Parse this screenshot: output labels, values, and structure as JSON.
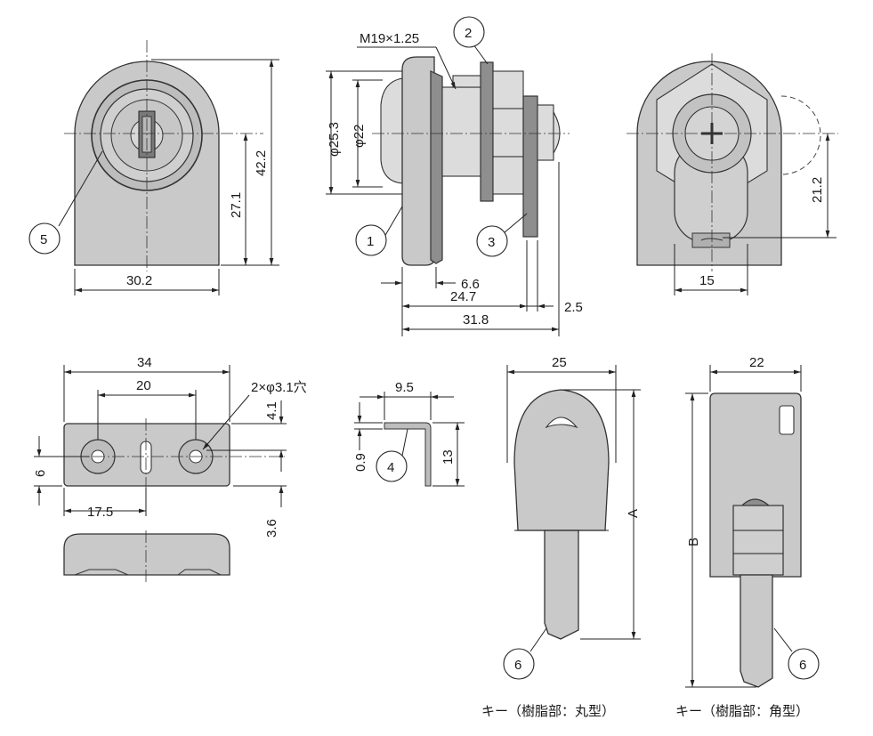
{
  "dimensions": {
    "front_width": "30.2",
    "front_height_total": "42.2",
    "front_height_center": "27.1",
    "thread": "M19×1.25",
    "dia_outer": "φ25.3",
    "dia_inner": "φ22",
    "side_d1": "6.6",
    "side_d2": "24.7",
    "side_d3": "2.5",
    "side_d4": "31.8",
    "back_h": "21.2",
    "back_w": "15",
    "plate_w": "34",
    "plate_pitch": "20",
    "plate_holes": "2×φ3.1穴",
    "plate_d1": "4.1",
    "plate_d2": "6",
    "plate_d3": "17.5",
    "plate_d4": "3.6",
    "bracket_w": "9.5",
    "bracket_t": "0.9",
    "bracket_h": "13",
    "key1_w": "25",
    "key1_len": "A",
    "key2_w": "22",
    "key2_len": "B"
  },
  "callouts": {
    "c1": "1",
    "c2": "2",
    "c3": "3",
    "c4": "4",
    "c5": "5",
    "c6a": "6",
    "c6b": "6"
  },
  "captions": {
    "key_round": "キー（樹脂部：丸型）",
    "key_square": "キー（樹脂部：角型）"
  }
}
